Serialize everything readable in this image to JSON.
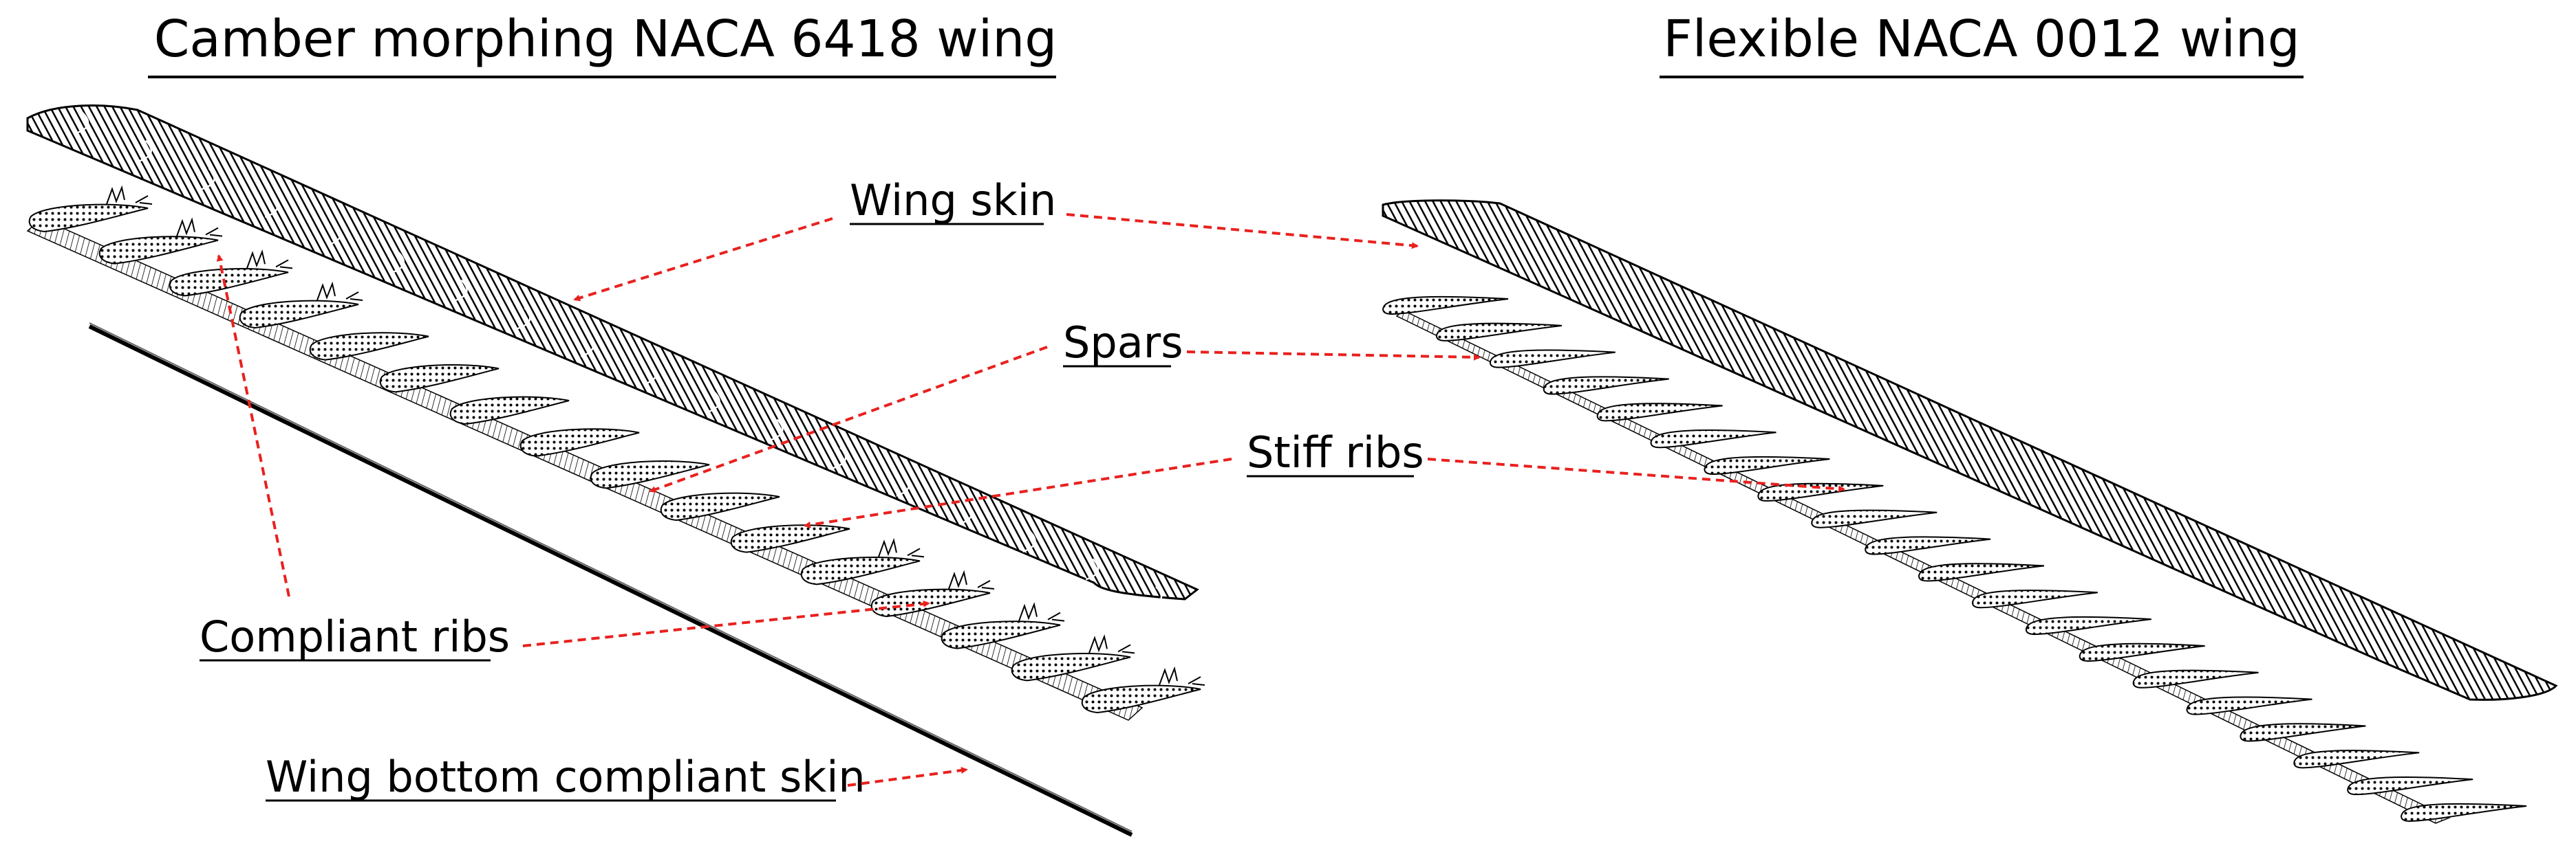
{
  "titles": {
    "left": "Camber morphing NACA 6418 wing",
    "right": "Flexible NACA 0012 wing"
  },
  "labels": {
    "wing_skin": "Wing skin",
    "spars": "Spars",
    "stiff_ribs": "Stiff ribs",
    "compliant_ribs": "Compliant ribs",
    "bottom_skin": "Wing bottom compliant skin"
  },
  "colors": {
    "line": "#000000",
    "arrow": "#e8211e",
    "background": "#ffffff"
  }
}
